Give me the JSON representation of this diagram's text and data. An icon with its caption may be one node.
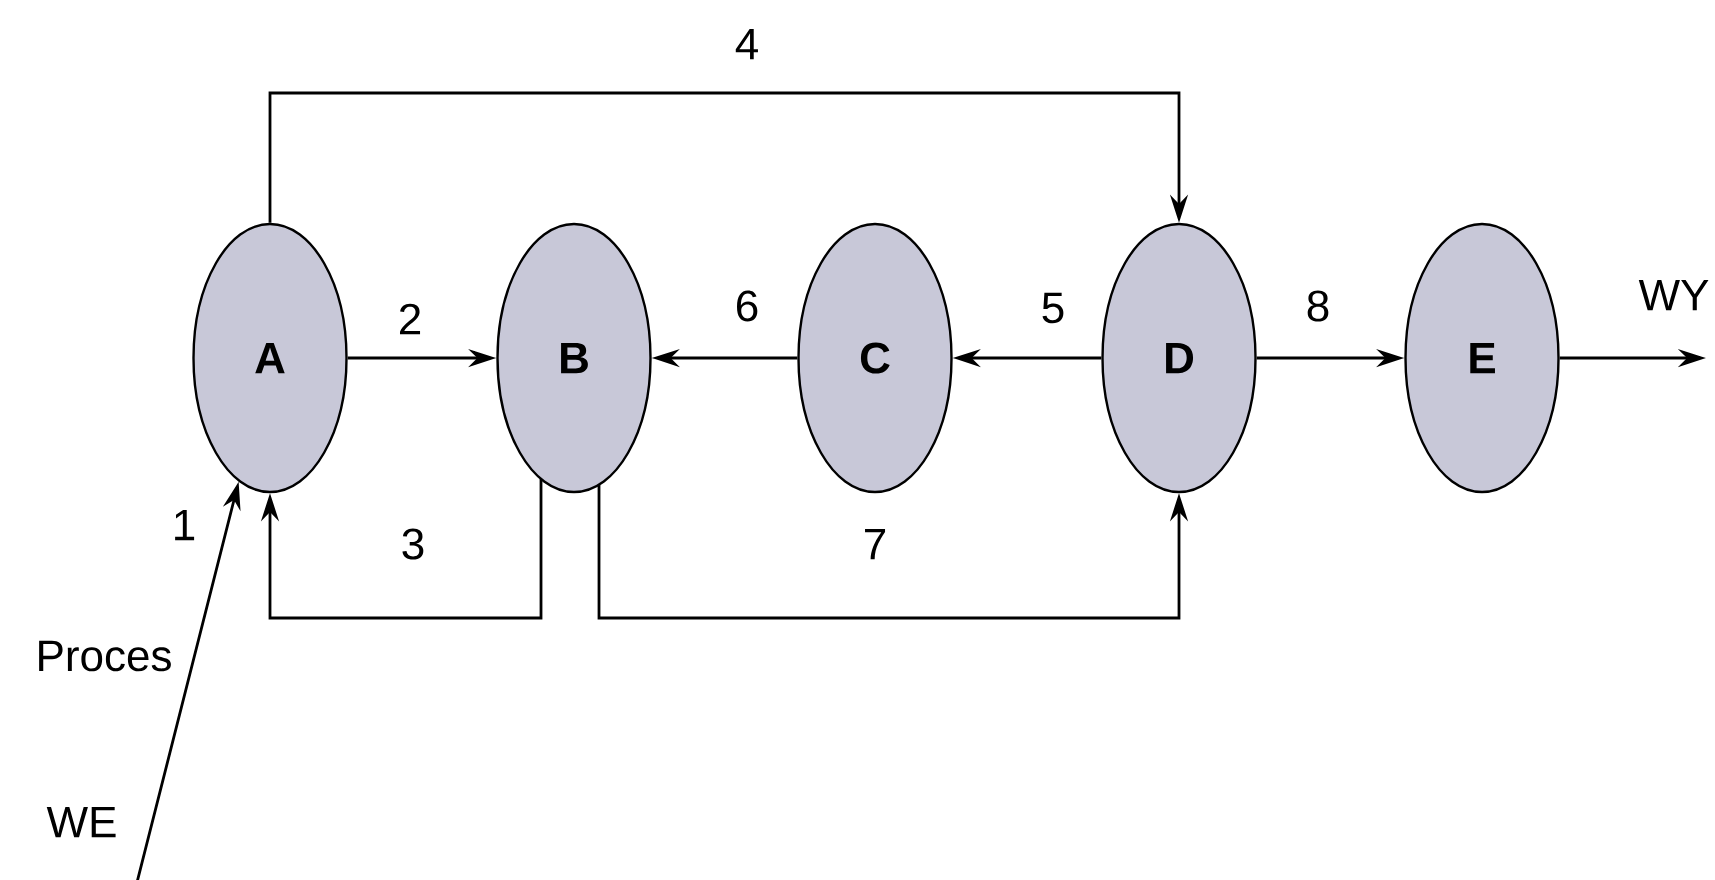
{
  "diagram": {
    "nodes": [
      {
        "text": [
          "A"
        ]
      },
      {
        "text": [
          "B"
        ]
      },
      {
        "text": [
          "C"
        ]
      },
      {
        "text": [
          "D"
        ]
      },
      {
        "text": [
          "E"
        ]
      }
    ],
    "edges": [
      {
        "from": null,
        "to": 0,
        "arrow": "to",
        "label": "1"
      },
      {
        "from": 0,
        "to": 1,
        "arrow": "to",
        "label": "2"
      },
      {
        "from": 1,
        "to": 0,
        "arrow": "to",
        "label": "3"
      },
      {
        "from": 0,
        "to": 3,
        "arrow": "to",
        "label": "4"
      },
      {
        "from": 3,
        "to": 2,
        "arrow": "to",
        "label": "5"
      },
      {
        "from": 2,
        "to": 1,
        "arrow": "to",
        "label": "6"
      },
      {
        "from": 1,
        "to": 3,
        "arrow": "to",
        "label": "7"
      },
      {
        "from": 3,
        "to": 4,
        "arrow": "to",
        "label": "8"
      },
      {
        "from": 4,
        "to": null,
        "arrow": "to",
        "label": "WY"
      }
    ],
    "labels": [
      "Proces",
      "WE"
    ]
  }
}
